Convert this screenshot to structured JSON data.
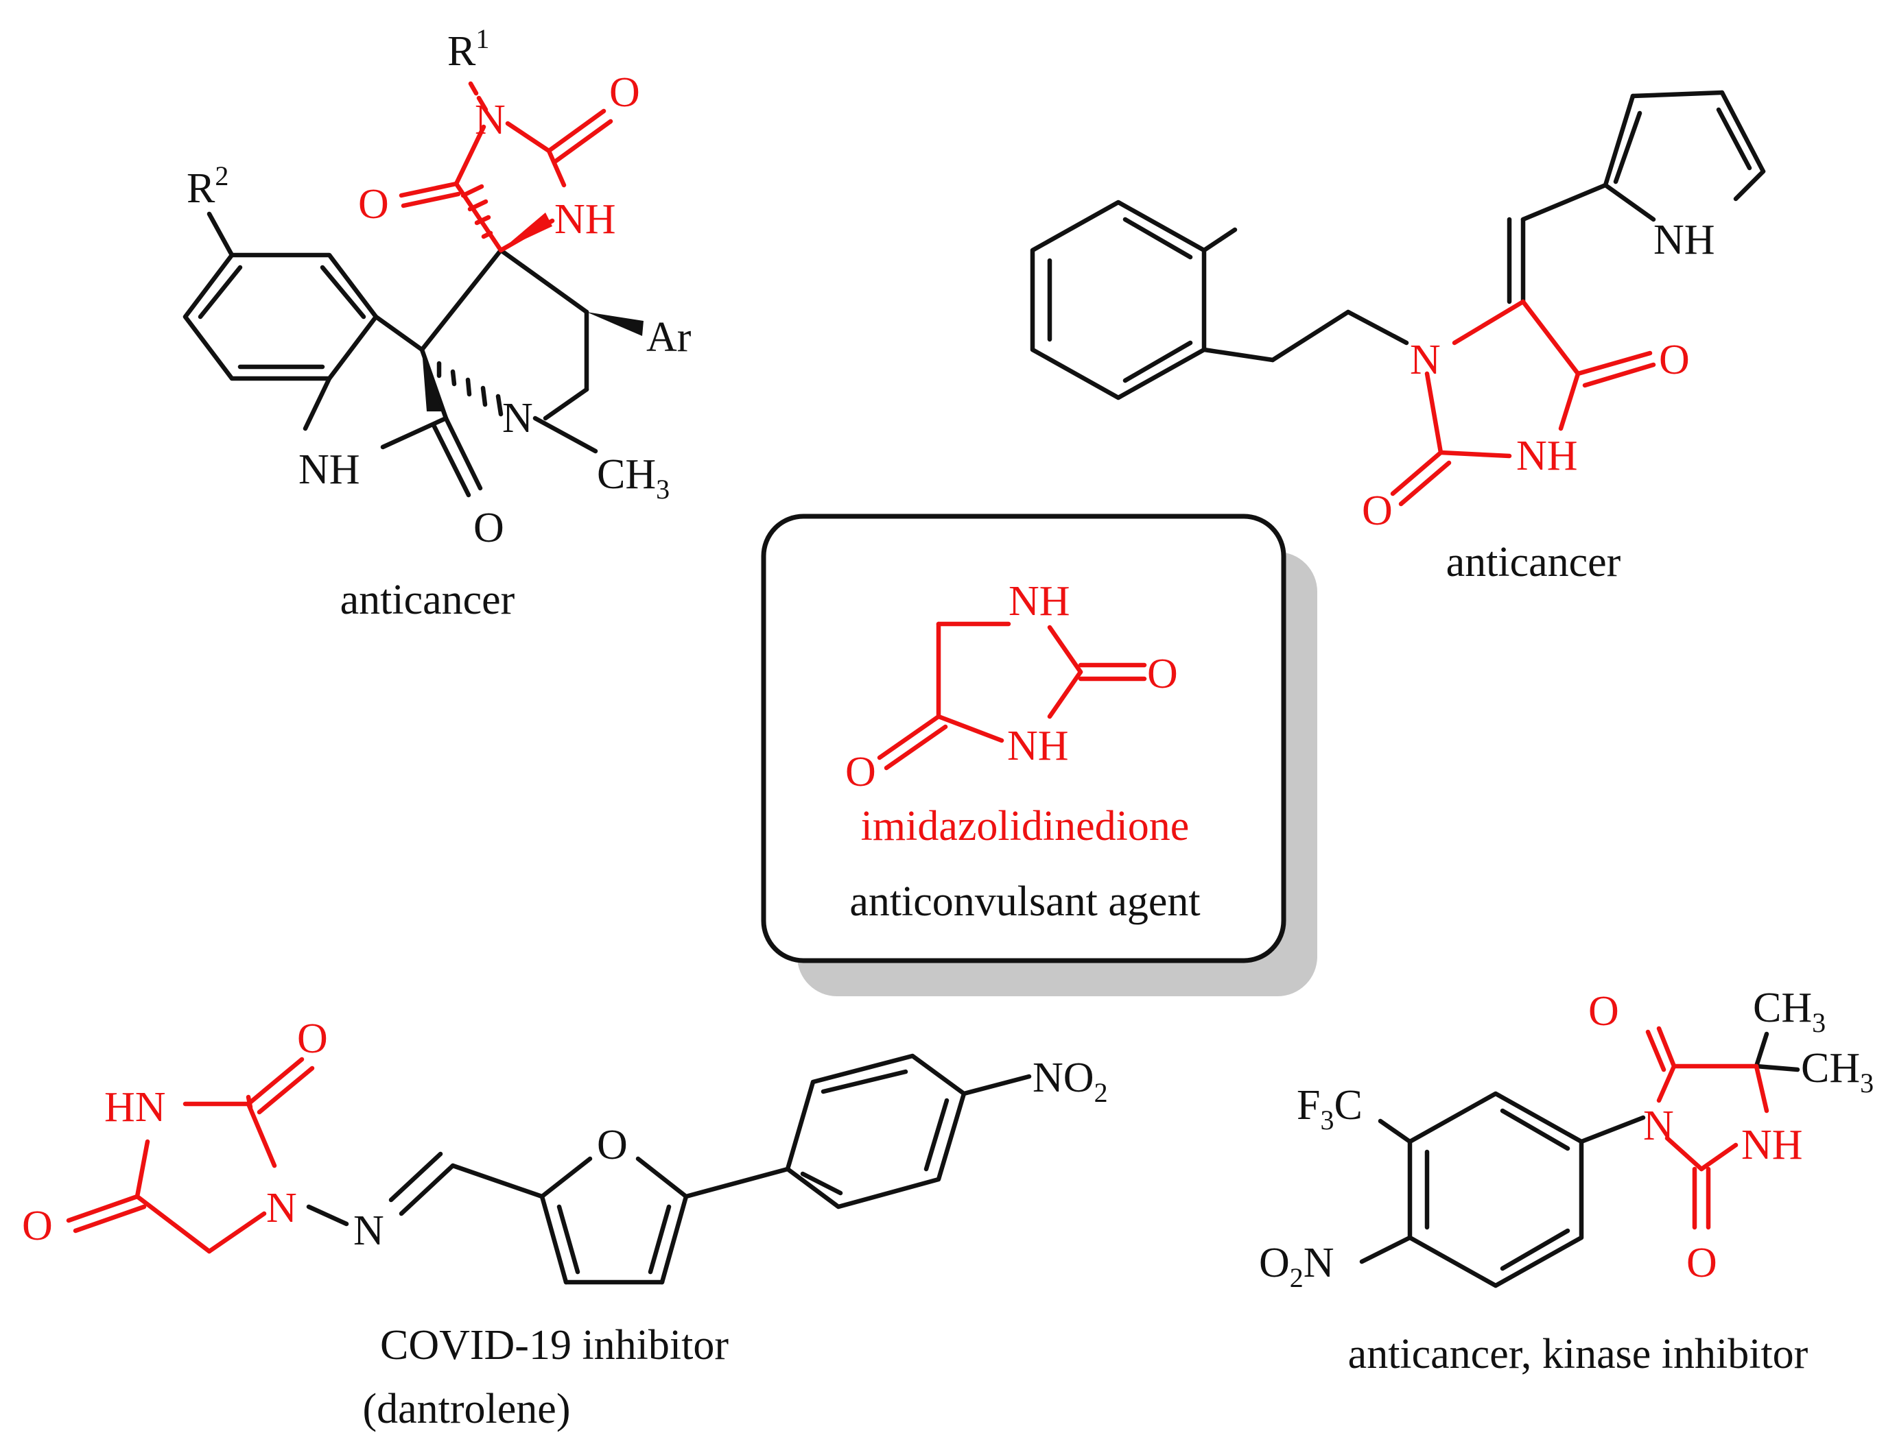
{
  "center": {
    "scaffold_name": "imidazolidinedione",
    "activity": "anticonvulsant agent",
    "atoms": {
      "nh_top": "NH",
      "nh_bottom": "NH",
      "o_right": "O",
      "o_left": "O"
    }
  },
  "compound_top_left": {
    "caption": "anticancer",
    "atoms": {
      "r1": "R",
      "r1_sup": "1",
      "r2": "R",
      "r2_sup": "2",
      "n_top": "N",
      "o_top_right": "O",
      "o_left": "O",
      "nh_ring": "NH",
      "ar": "Ar",
      "n_pyrrolidine": "N",
      "ch3": "CH",
      "ch3_sub": "3",
      "nh_indole": "NH",
      "o_bottom": "O"
    }
  },
  "compound_top_right": {
    "caption": "anticancer",
    "atoms": {
      "nh_pyrrole": "NH",
      "n": "N",
      "o_right": "O",
      "nh": "NH",
      "o_left": "O"
    }
  },
  "compound_bottom_left": {
    "caption_line1": "COVID-19 inhibitor",
    "caption_line2": "(dantrolene)",
    "atoms": {
      "o_top": "O",
      "hn": "HN",
      "o_left": "O",
      "n_ring": "N",
      "n_imine": "N",
      "o_furan": "O",
      "no2": "NO",
      "no2_sub": "2"
    }
  },
  "compound_bottom_right": {
    "caption": "anticancer, kinase inhibitor",
    "atoms": {
      "ch3_a": "CH",
      "ch3_a_sub": "3",
      "ch3_b": "CH",
      "ch3_b_sub": "3",
      "o_top": "O",
      "f3c_f": "F",
      "f3c_sub": "3",
      "f3c_c": "C",
      "n": "N",
      "nh": "NH",
      "o2n_o": "O",
      "o2n_sub": "2",
      "o2n_n": "N",
      "o_bottom": "O"
    }
  },
  "colors": {
    "scaffold": "#ee1111",
    "bonds": "#111111",
    "box_border": "#111111",
    "box_shadow": "#c8c8c8"
  }
}
